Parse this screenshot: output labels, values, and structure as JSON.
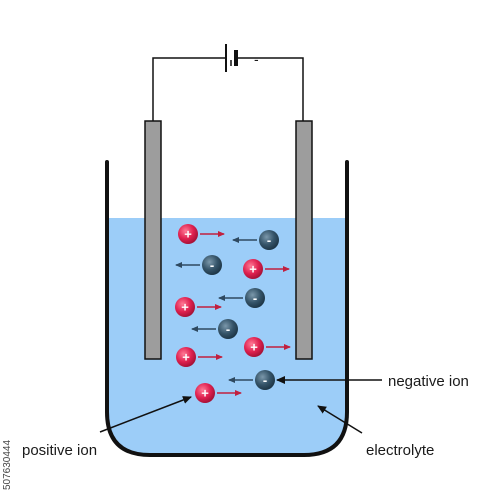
{
  "labels": {
    "negative_ion": "negative ion",
    "positive_ion": "positive ion",
    "electrolyte": "electrolyte"
  },
  "battery": {
    "minus_sign": "-"
  },
  "ion_signs": {
    "positive": "+",
    "negative": "-"
  },
  "stock_id": "507630444",
  "colors": {
    "electrolyte": "#9ccdf8",
    "electrode": "#9d9d9d",
    "positive_ion": "#e02150",
    "negative_ion": "#355469",
    "positive_arrow": "#c1203f",
    "negative_arrow": "#2e4960",
    "outline": "#111111"
  }
}
